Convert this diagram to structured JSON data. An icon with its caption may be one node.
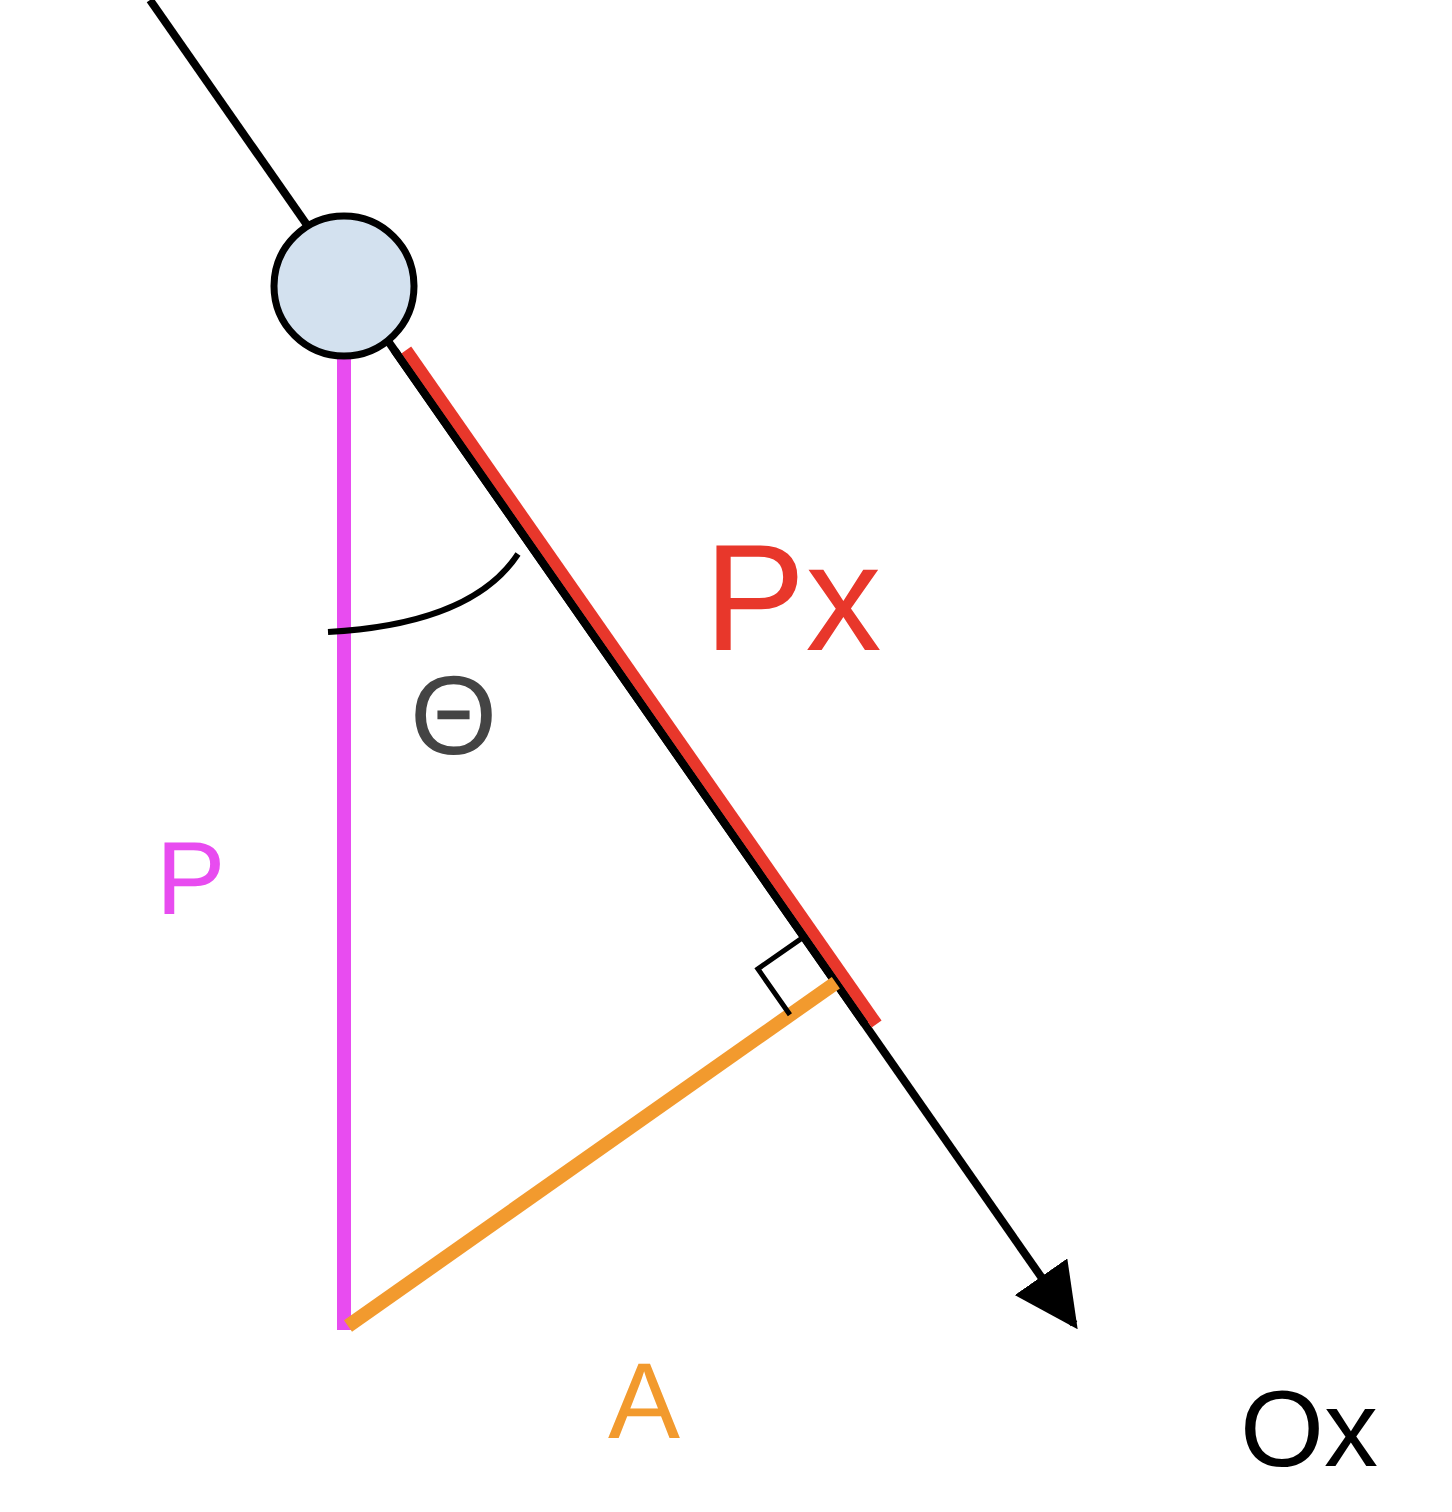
{
  "diagram": {
    "nodes": [
      {
        "text": [],
        "shape": "circle"
      }
    ],
    "labels": [
      "Px",
      "Θ",
      "P",
      "A",
      "Ox"
    ]
  }
}
